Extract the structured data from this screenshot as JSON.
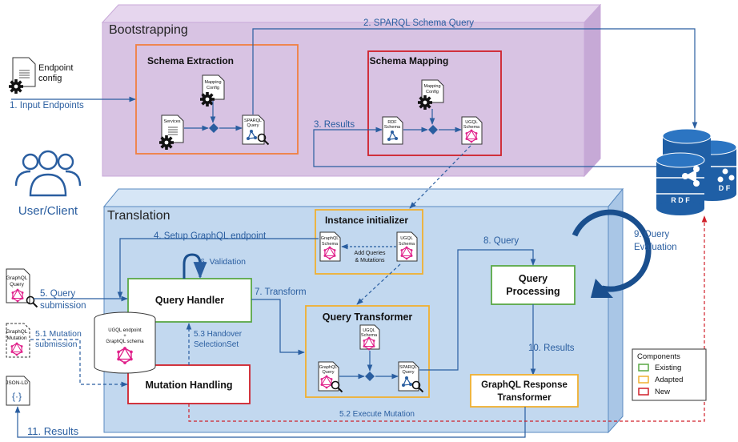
{
  "panels": {
    "bootstrapping": "Bootstrapping",
    "translation": "Translation"
  },
  "boxes": {
    "schema_extraction": "Schema Extraction",
    "schema_mapping": "Schema Mapping",
    "instance_initializer": "Instance initializer",
    "query_handler": "Query Handler",
    "query_transformer": "Query Transformer",
    "query_processing_line1": "Query",
    "query_processing_line2": "Processing",
    "mutation_handling": "Mutation Handling",
    "response_transformer_line1": "GraphQL Response",
    "response_transformer_line2": "Transformer"
  },
  "docs": {
    "endpoint_config_line1": "Endpoint",
    "endpoint_config_line2": "config",
    "mapping_config_line1": "Mapping",
    "mapping_config_line2": "Config",
    "services": "Services",
    "sparql_query_line1": "SPARQL",
    "sparql_query_line2": "Query",
    "rdf_schema_line1": "RDF",
    "rdf_schema_line2": "Schema",
    "ugql_schema_line1": "UGQL",
    "ugql_schema_line2": "Schema",
    "graphql_schema_line1": "GraphQL",
    "graphql_schema_line2": "Schema",
    "graphql_query_line1": "GraphQL",
    "graphql_query_line2": "Query",
    "graphql_mutation_line1": "GraphQL",
    "graphql_mutation_line2": "Mutation",
    "json_ld": "JSON-LD",
    "add_queries_line1": "Add Queries",
    "add_queries_line2": "& Mutations",
    "db_line1": "UGQL endpoint",
    "db_line2": "+",
    "db_line3": "GraphQL schema"
  },
  "steps": {
    "s1": "1. Input Endpoints",
    "s2": "2. SPARQL Schema Query",
    "s3": "3. Results",
    "s4": "4. Setup GraphQL endpoint",
    "s5_line1": "5. Query",
    "s5_line2": "submission",
    "s5_1_line1": "5.1 Mutation",
    "s5_1_line2": "submission",
    "s5_2": "5.2 Execute Mutation",
    "s5_3_line1": "5.3 Handover",
    "s5_3_line2": "SelectionSet",
    "s6": "6. Validation",
    "s7": "7. Transform",
    "s8": "8. Query",
    "s9_line1": "9. Query",
    "s9_line2": "Evaluation",
    "s10": "10. Results",
    "s11": "11. Results"
  },
  "user_client": "User/Client",
  "rdf_store_labels": [
    "R D F",
    "D F"
  ],
  "legend": {
    "title": "Components",
    "items": [
      {
        "label": "Existing",
        "color": "#5aa845"
      },
      {
        "label": "Adapted",
        "color": "#f0b030"
      },
      {
        "label": "New",
        "color": "#d0202a"
      }
    ]
  },
  "colors": {
    "bootstrap_fill": "#d8c3e3",
    "translation_fill": "#c2d8ef",
    "arrow": "#2a5ea0",
    "new": "#d0202a",
    "adapted": "#f0b030",
    "existing": "#5aa845",
    "extraction": "#f08040",
    "graphql_pink": "#e0208a"
  }
}
